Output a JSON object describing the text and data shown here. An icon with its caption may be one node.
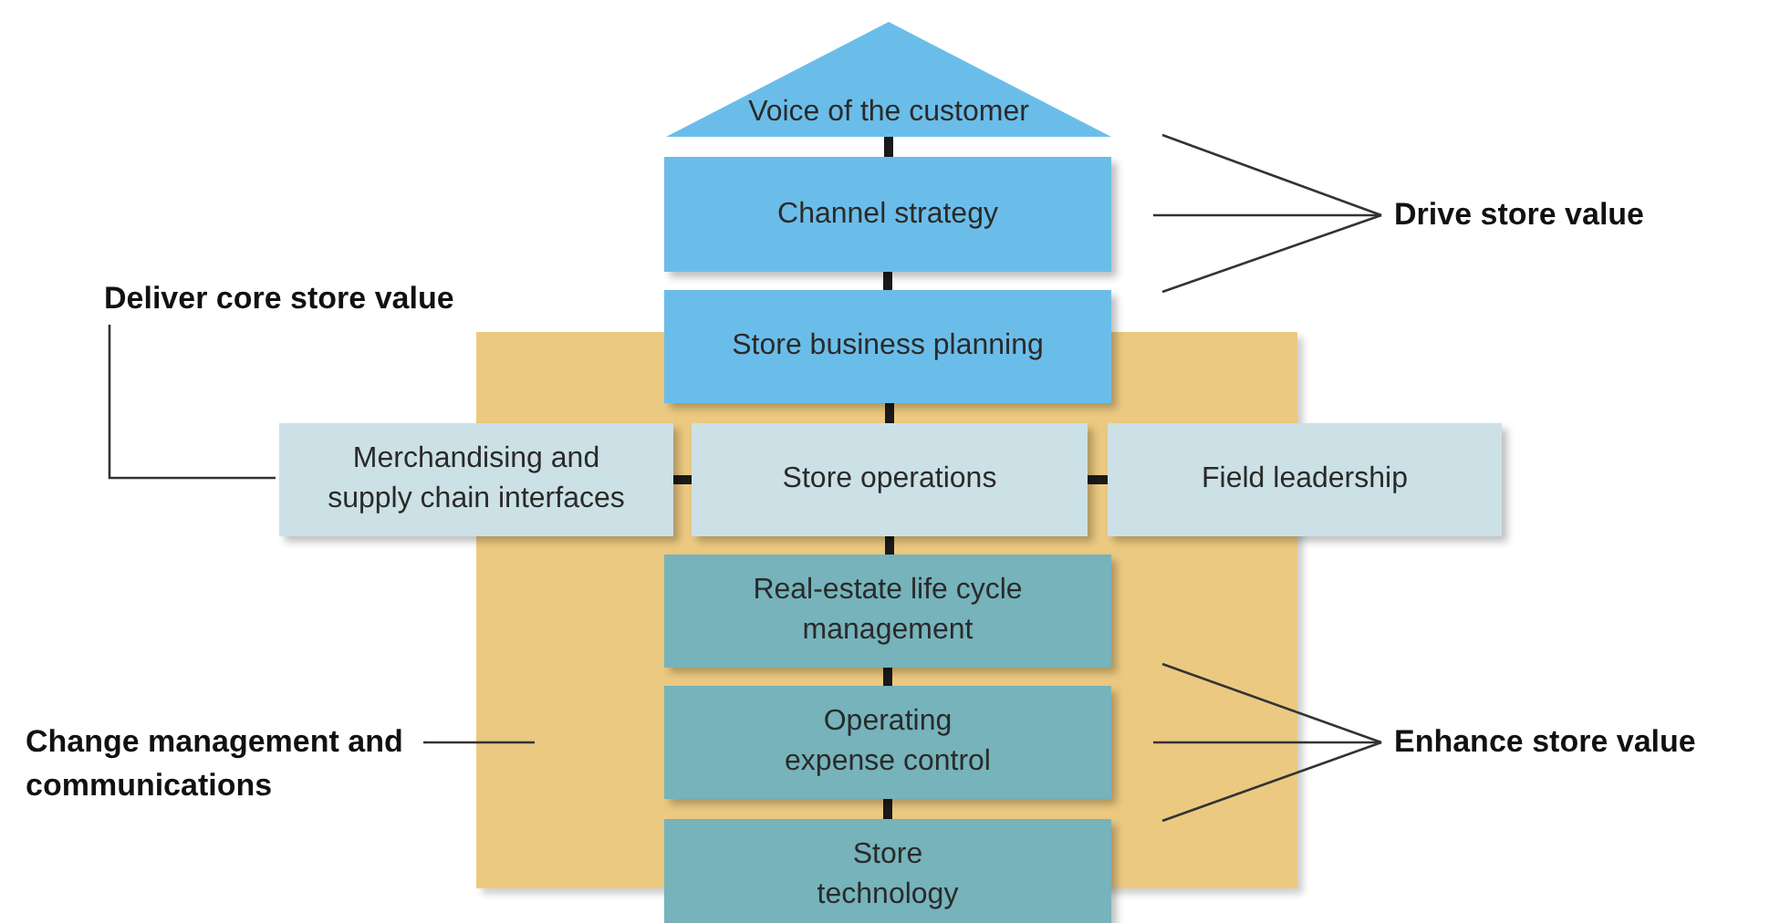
{
  "diagram": {
    "nodes": [
      {
        "text": [
          "Voice of the customer"
        ]
      },
      {
        "text": [
          "Channel strategy"
        ]
      },
      {
        "text": [
          "Store business planning"
        ]
      },
      {
        "text": [
          "Merchandising and supply chain interfaces"
        ]
      },
      {
        "text": [],
        "shape": "box"
      },
      {
        "text": [
          "Store operations"
        ],
        "in": 4
      },
      {
        "text": [
          "Field leadership"
        ]
      },
      {
        "text": [
          "Real-estate life cycle management"
        ],
        "in": 4
      },
      {
        "text": [
          "Operating expense control"
        ],
        "in": 4
      },
      {
        "text": [
          "Store technology"
        ]
      },
      {
        "text": [
          "Drive store value"
        ]
      },
      {
        "text": [
          "Deliver core store value"
        ]
      },
      {
        "text": [
          "Change management and communications"
        ]
      },
      {
        "text": [
          "Enhance store value"
        ]
      }
    ],
    "edges": [
      {
        "from": 0,
        "to": 1,
        "arrow": "none",
        "style": "thick"
      },
      {
        "from": 1,
        "to": 2,
        "arrow": "none",
        "style": "thick"
      },
      {
        "from": 2,
        "to": 5,
        "arrow": "none",
        "style": "thick"
      },
      {
        "from": 3,
        "to": 5,
        "arrow": "none",
        "style": "thick"
      },
      {
        "from": 5,
        "to": 6,
        "arrow": "none",
        "style": "thick"
      },
      {
        "from": 5,
        "to": 7,
        "arrow": "none",
        "style": "thick"
      },
      {
        "from": 7,
        "to": 8,
        "arrow": "none",
        "style": "thick"
      },
      {
        "from": 8,
        "to": 9,
        "arrow": "none",
        "style": "thick"
      },
      {
        "from": 10,
        "to": null,
        "arrow": "none"
      },
      {
        "from": 10,
        "to": null,
        "arrow": "none"
      },
      {
        "from": 10,
        "to": null,
        "arrow": "none"
      },
      {
        "from": 11,
        "to": 3,
        "arrow": "none"
      },
      {
        "from": 12,
        "to": 4,
        "arrow": "none"
      },
      {
        "from": 13,
        "to": 4,
        "arrow": "none"
      },
      {
        "from": 13,
        "to": 4,
        "arrow": "none"
      },
      {
        "from": 13,
        "to": 4,
        "arrow": "none"
      }
    ]
  }
}
